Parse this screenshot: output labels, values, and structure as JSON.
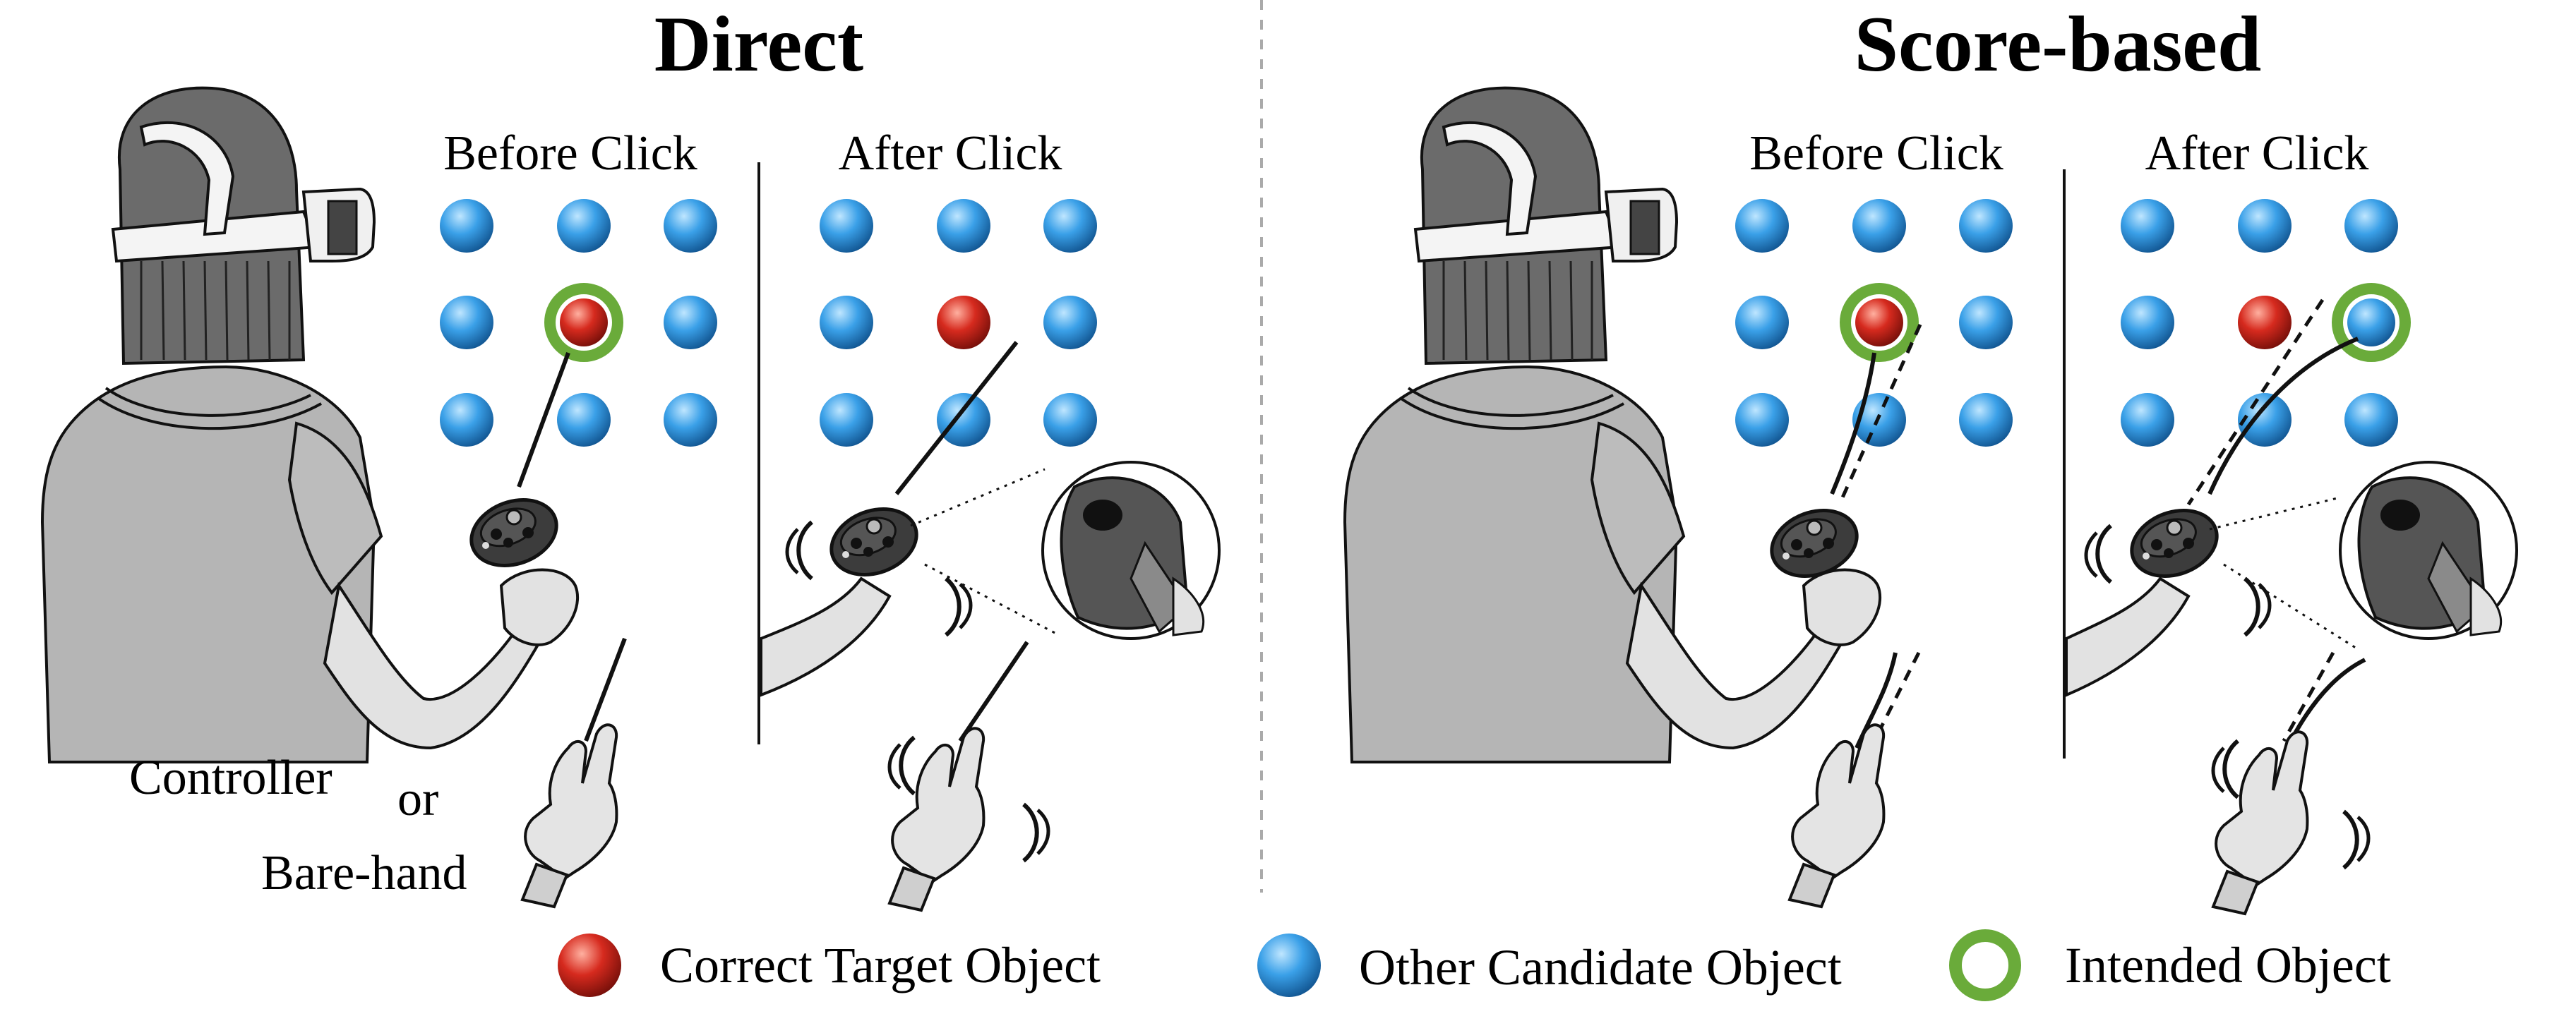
{
  "panels": {
    "direct": {
      "title": "Direct",
      "before": "Before Click",
      "after": "After Click"
    },
    "score": {
      "title": "Score-based",
      "before": "Before Click",
      "after": "After Click"
    }
  },
  "input_labels": {
    "controller": "Controller",
    "or": "or",
    "bare_hand": "Bare-hand"
  },
  "legend": {
    "correct": "Correct Target Object",
    "candidate": "Other Candidate Object",
    "intended": "Intended Object"
  },
  "colors": {
    "target_red": "#d62a1e",
    "candidate_blue": "#3aa0e8",
    "intended_ring": "#6aab3a"
  }
}
